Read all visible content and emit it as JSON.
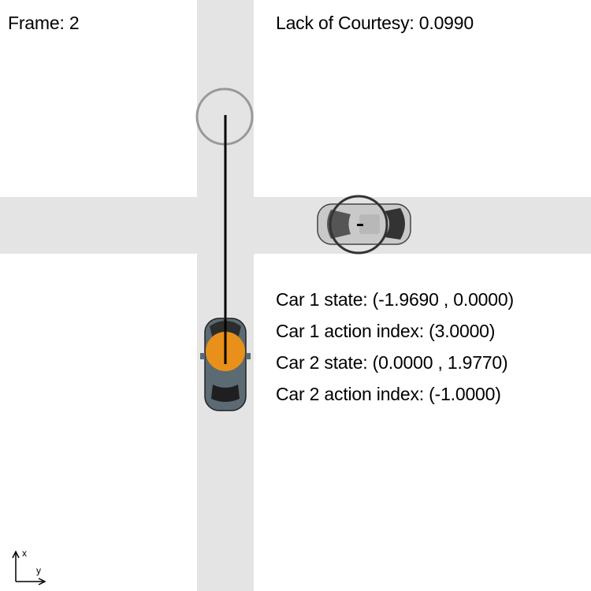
{
  "hud": {
    "frame_label": "Frame:",
    "frame_value": "2",
    "courtesy_label": "Lack of Courtesy:",
    "courtesy_value": "0.0990"
  },
  "info": {
    "car1_state": "Car 1 state: (-1.9690 , 0.0000)",
    "car1_action": "Car 1 action index: (3.0000)",
    "car2_state": "Car 2 state: (0.0000 , 1.9770)",
    "car2_action": "Car 2 action index: (-1.0000)"
  },
  "axes": {
    "up_label": "x",
    "right_label": "y"
  },
  "colors": {
    "road": "#e4e4e4",
    "car1_body": "#5b6a73",
    "car2_body": "#c9c9c9",
    "ego_marker": "#e8901a",
    "goal_ring": "#999999",
    "trajectory": "#000000"
  }
}
